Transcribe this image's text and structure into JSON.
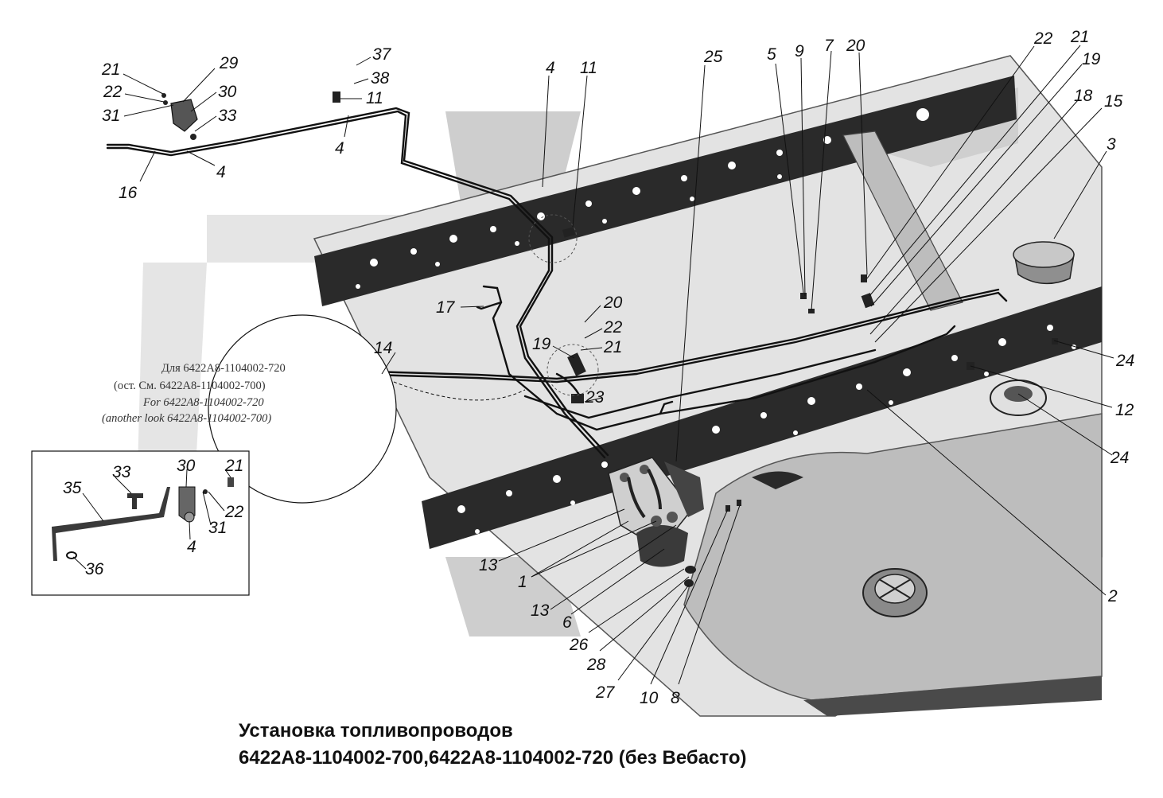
{
  "callouts": {
    "c21a": "21",
    "c22a": "22",
    "c31a": "31",
    "c29": "29",
    "c30a": "30",
    "c33a": "33",
    "c16": "16",
    "c4a": "4",
    "c4b": "4",
    "c37": "37",
    "c38": "38",
    "c11a": "11",
    "c4c": "4",
    "c11b": "11",
    "c25": "25",
    "c5": "5",
    "c9": "9",
    "c7": "7",
    "c20a": "20",
    "c22b": "22",
    "c21b": "21",
    "c19a": "19",
    "c18": "18",
    "c15": "15",
    "c3": "3",
    "c17": "17",
    "c14": "14",
    "c20b": "20",
    "c22c": "22",
    "c19b": "19",
    "c21c": "21",
    "c23": "23",
    "c24a": "24",
    "c12": "12",
    "c24b": "24",
    "c2": "2",
    "c33b": "33",
    "c30b": "30",
    "c21d": "21",
    "c35": "35",
    "c22d": "22",
    "c31b": "31",
    "c4d": "4",
    "c36": "36",
    "c13a": "13",
    "c1": "1",
    "c13b": "13",
    "c6": "6",
    "c26": "26",
    "c28": "28",
    "c27": "27",
    "c10": "10",
    "c8": "8"
  },
  "note": {
    "ru_line1": "Для 6422А8-1104002-720",
    "ru_line2": "(ост. См. 6422А8-1104002-700)",
    "en_line1": "For  6422A8-1104002-720",
    "en_line2": "(another look 6422A8-1104002-700)"
  },
  "caption": {
    "line1": "Установка топливопроводов",
    "line2": "6422А8-1104002-700,6422А8-1104002-720 (без Вебасто)"
  },
  "colors": {
    "watermark": "#c6c6c6",
    "frame": "#2a2a2a",
    "panel": "#d4d4d4",
    "tank": "#bdbdbd",
    "line": "#111111"
  }
}
